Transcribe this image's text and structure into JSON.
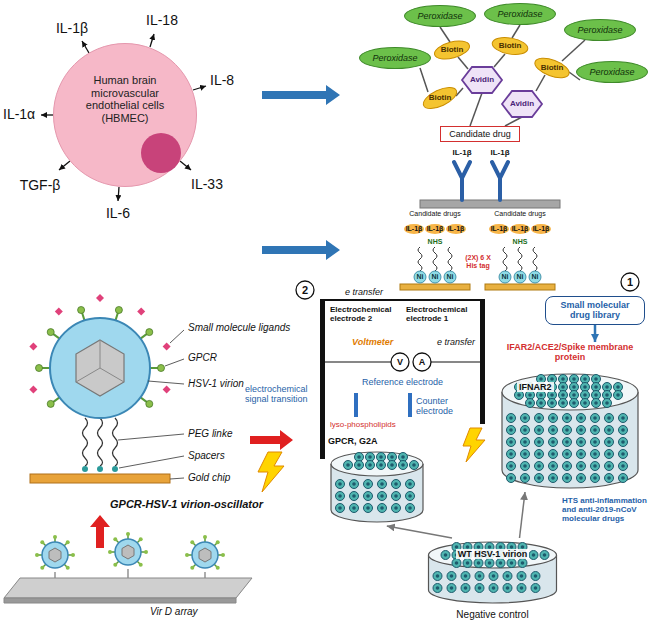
{
  "diagram": {
    "nodes": [
      {
        "text": [
          "Human brain microvascular endothelial cells (HBMEC)"
        ]
      },
      {
        "text": [
          "Peroxidase"
        ]
      },
      {
        "text": [
          "Peroxidase"
        ]
      },
      {
        "text": [
          "Peroxidase"
        ]
      },
      {
        "text": [
          "Peroxidase"
        ]
      },
      {
        "text": [
          "Peroxidase"
        ]
      },
      {
        "text": [
          "Candidate drug"
        ]
      },
      {
        "text": [
          "Small molecular drug library"
        ]
      },
      {
        "text": [
          "IFAR2/ACE2/Spike membrane protein",
          "IFNAR2"
        ]
      },
      {
        "text": [
          "GPCR, G2A"
        ]
      },
      {
        "text": [
          "WT HSV-1 virion",
          "Negative control"
        ]
      }
    ],
    "edges": [
      {
        "from": 7,
        "to": 8,
        "arrow": "to"
      },
      {
        "from": 10,
        "to": 9,
        "arrow": "to"
      },
      {
        "from": 10,
        "to": 8,
        "arrow": "to"
      }
    ],
    "labels": [
      "IL-1β",
      "IL-18",
      "IL-8",
      "IL-1α",
      "TGF-β",
      "IL-6",
      "IL-33",
      "Biotin",
      "Biotin",
      "Biotin",
      "Biotin",
      "Avidin",
      "Avidin",
      "IL-1β",
      "IL-1β",
      "Candidate drugs",
      "IL-1β",
      "IL-1β",
      "IL-1β",
      "NHS",
      "Ni",
      "Ni",
      "Ni",
      "Candidate drugs",
      "IL-1β",
      "IL-1β",
      "IL-1β",
      "NHS",
      "Ni",
      "Ni",
      "Ni",
      "(2X) 6 X His tag",
      "Small molecule ligands",
      "GPCR",
      "HSV-1 virion",
      "PEG linke",
      "Spacers",
      "Gold chip",
      "GPCR-HSV-1 virion-oscillator",
      "Vir D array",
      "2",
      "e transfer",
      "1",
      "Electrochemical electrode 2",
      "Electrochemical electrode 1",
      "Voltmeter",
      "e transfer",
      "V",
      "A",
      "Reference electrode",
      "electrochemical signal transition",
      "Counter electrode",
      "lyso-phospholipids",
      "HTS anti-inflammation and anti-2019-nCoV molecular drugs"
    ]
  }
}
